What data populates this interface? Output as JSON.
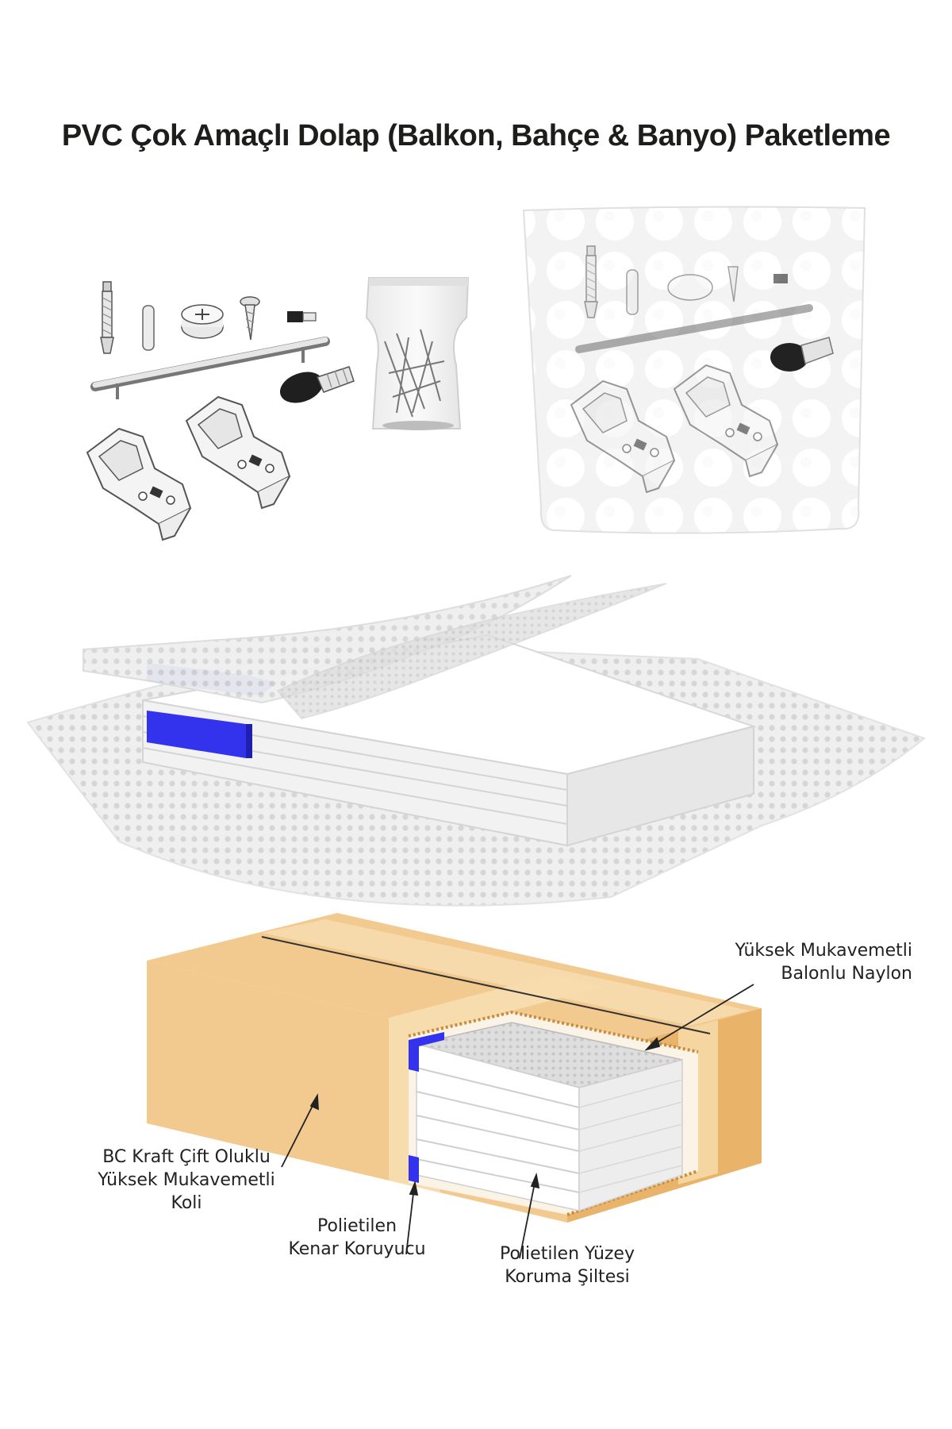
{
  "title": "PVC Çok Amaçlı Dolap (Balkon, Bahçe & Banyo) Paketleme",
  "labels": {
    "bubble_wrap": "Yüksek Mukavemetli\nBalonlu Naylon",
    "kraft_box": "BC Kraft Çift Oluklu\nYüksek Mukavemetli\nKoli",
    "edge_protector": "Polietilen\nKenar Koruyucu",
    "surface_mat": "Polietilen Yüzey\nKoruma Şiltesi"
  },
  "colors": {
    "cardboard": "#f2c98f",
    "cardboard_dark": "#e9b46a",
    "tape": "#f7dcae",
    "edge_protector": "#3333ee",
    "bubble": "#e4e4e4"
  },
  "icons": [
    "bolt-icon",
    "dowel-icon",
    "cam-lock-icon",
    "screw-icon",
    "shelf-pin-icon",
    "handle-bar-icon",
    "knob-icon",
    "hinge-icon",
    "zip-bag-icon",
    "bubble-bag-icon"
  ]
}
